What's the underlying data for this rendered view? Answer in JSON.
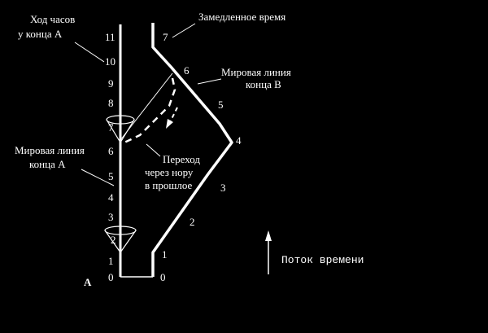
{
  "labels": {
    "clock_a_line1": "Ход часов",
    "clock_a_line2": "у конца А",
    "slowed_time": "Замедленное время",
    "worldline_b_line1": "Мировая линия",
    "worldline_b_line2": "конца В",
    "worldline_a_line1": "Мировая линия",
    "worldline_a_line2": "конца А",
    "transition_line1": "Переход",
    "transition_line2": "через нору",
    "transition_line3": "в прошлое",
    "time_flow": "Поток времени",
    "end_a": "А"
  },
  "clock_a_ticks": [
    "0",
    "1",
    "2",
    "3",
    "4",
    "5",
    "6",
    "7",
    "8",
    "9",
    "10",
    "11"
  ],
  "clock_b_ticks": [
    "0",
    "1",
    "2",
    "3",
    "4",
    "5",
    "6",
    "7"
  ],
  "colors": {
    "background": "#000000",
    "foreground": "#ffffff"
  }
}
